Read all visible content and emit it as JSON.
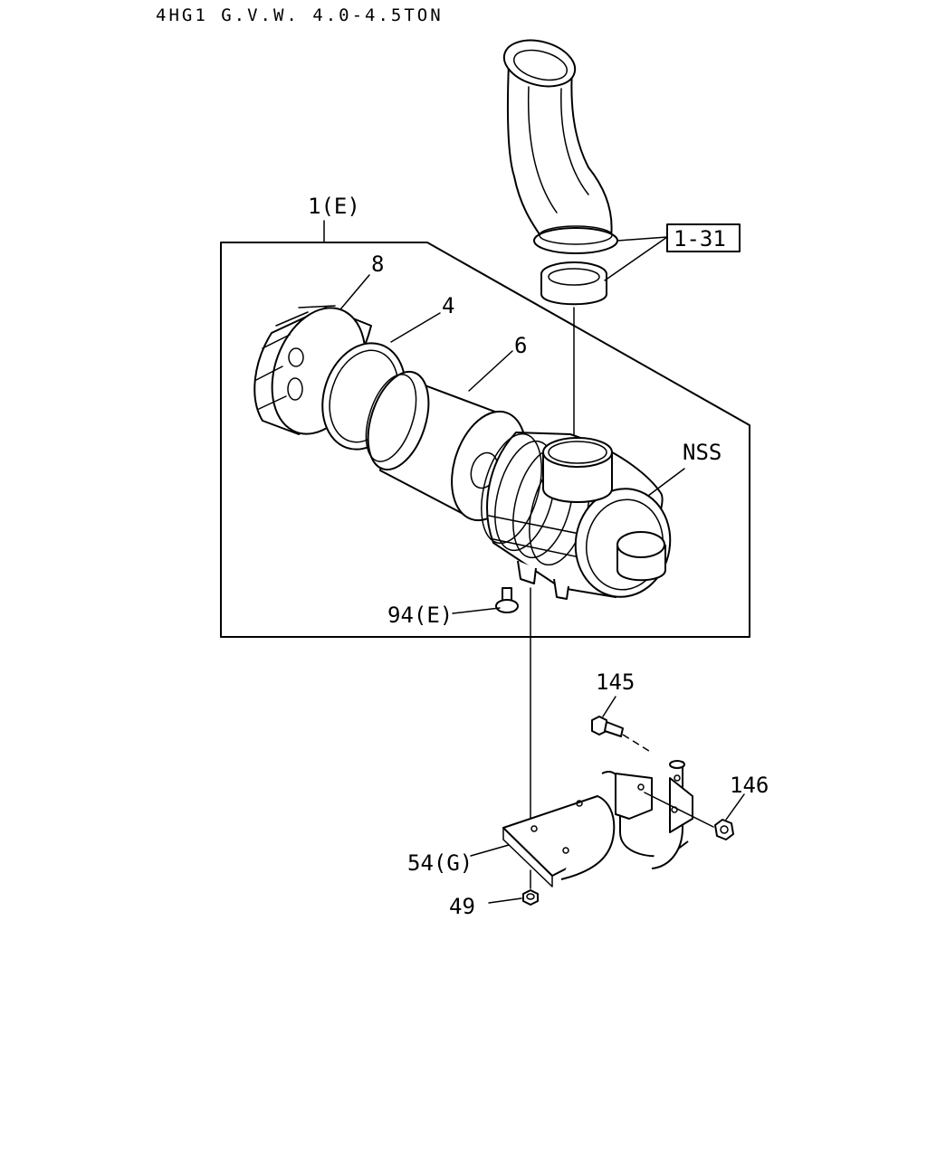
{
  "title": "4HG1 G.V.W. 4.0-4.5TON",
  "callouts": {
    "assembly": "1(E)",
    "ref_1_31": "1-31",
    "cover_8": "8",
    "seal_4": "4",
    "element_6": "6",
    "nss": "NSS",
    "valve_94": "94(E)",
    "bolt_145": "145",
    "nut_146": "146",
    "bracket_54": "54(G)",
    "nut_49": "49"
  }
}
